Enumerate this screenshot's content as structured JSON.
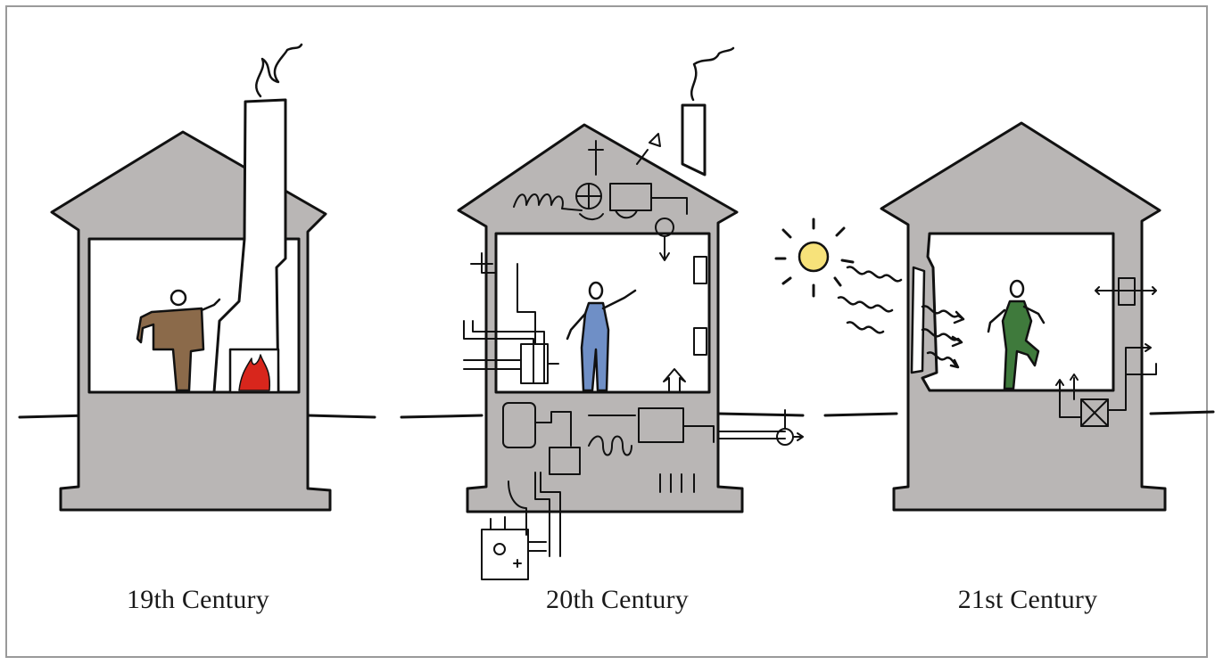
{
  "captions": {
    "nineteenth": "19th Century",
    "twentieth": "20th Century",
    "twentyfirst": "21st Century"
  },
  "colors": {
    "house_fill": "#b9b6b5",
    "outline": "#111111",
    "fire": "#d8261c",
    "sun": "#f7e27a",
    "person_19": "#8b6a4a",
    "person_20": "#6f8fc6",
    "person_21": "#3f7a3c"
  }
}
